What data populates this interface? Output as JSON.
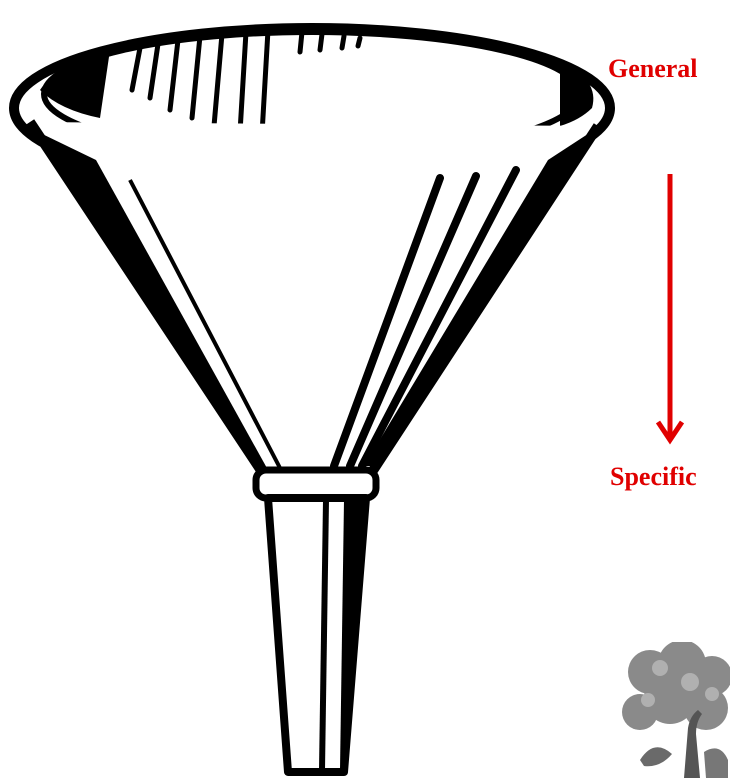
{
  "labels": {
    "top": "General",
    "bottom": "Specific"
  },
  "colors": {
    "label": "#e00000",
    "arrow": "#e00000",
    "ink": "#000000",
    "paper": "#ffffff",
    "thumbnail": "#8a8a8a"
  },
  "icons": {
    "illustration": "funnel-illustration",
    "direction": "arrow-down-icon",
    "thumbnail": "tree-illustration"
  }
}
